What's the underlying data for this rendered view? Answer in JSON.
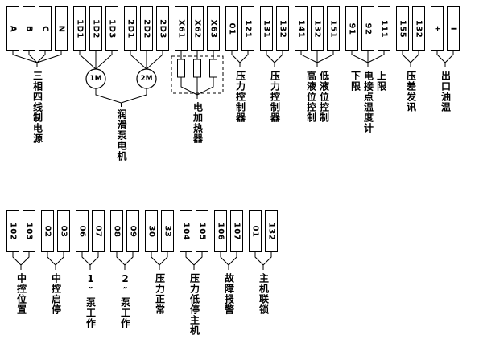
{
  "colors": {
    "background": "#ffffff",
    "line": "#000000",
    "text": "#000000"
  },
  "top_row": {
    "groups": [
      {
        "type": "bracket",
        "terminals": [
          "A",
          "B",
          "C",
          "N"
        ],
        "labels": [
          "三相四线制电源"
        ]
      },
      {
        "type": "motor",
        "terminals": [
          "1D1",
          "1D2",
          "1D3"
        ],
        "motor_label": "1M"
      },
      {
        "type": "motor",
        "terminals": [
          "2D1",
          "2D2",
          "2D3"
        ],
        "motor_label": "2M"
      },
      {
        "type": "heater",
        "terminals": [
          "X61",
          "X62",
          "X63"
        ],
        "labels": [
          "电加热器"
        ]
      },
      {
        "type": "bracket",
        "terminals": [
          "01",
          "121"
        ],
        "labels": [
          "压力控制器"
        ]
      },
      {
        "type": "bracket",
        "terminals": [
          "131",
          "132"
        ],
        "labels": [
          "压力控制器"
        ]
      },
      {
        "type": "bracket",
        "terminals": [
          "141",
          "132",
          "151"
        ],
        "labels": [
          "高液位控制",
          "低液位控制"
        ]
      },
      {
        "type": "bracket",
        "terminals": [
          "91",
          "92",
          "111"
        ],
        "labels": [
          "下限",
          "电接点温度计",
          "上限"
        ]
      },
      {
        "type": "bracket",
        "terminals": [
          "155",
          "132"
        ],
        "labels": [
          "压差发讯"
        ]
      },
      {
        "type": "bracket",
        "terminals": [
          "+",
          "I"
        ],
        "labels": [
          "出口油温"
        ]
      }
    ],
    "motors_shared_label": "润滑泵电机"
  },
  "bottom_row": {
    "groups": [
      {
        "type": "bracket",
        "terminals": [
          "102",
          "103"
        ],
        "labels": [
          "中控位置"
        ]
      },
      {
        "type": "bracket",
        "terminals": [
          "02",
          "03"
        ],
        "labels": [
          "中控启停"
        ]
      },
      {
        "type": "bracket",
        "terminals": [
          "06",
          "07"
        ],
        "labels": [
          "1″泵工作"
        ]
      },
      {
        "type": "bracket",
        "terminals": [
          "08",
          "09"
        ],
        "labels": [
          "2″泵工作"
        ]
      },
      {
        "type": "bracket",
        "terminals": [
          "30",
          "33"
        ],
        "labels": [
          "压力正常"
        ]
      },
      {
        "type": "bracket",
        "terminals": [
          "104",
          "105"
        ],
        "labels": [
          "压力低停主机"
        ]
      },
      {
        "type": "bracket",
        "terminals": [
          "106",
          "107"
        ],
        "labels": [
          "故障报警"
        ]
      },
      {
        "type": "bracket",
        "terminals": [
          "01",
          "132"
        ],
        "labels": [
          "主机联锁"
        ]
      }
    ]
  }
}
